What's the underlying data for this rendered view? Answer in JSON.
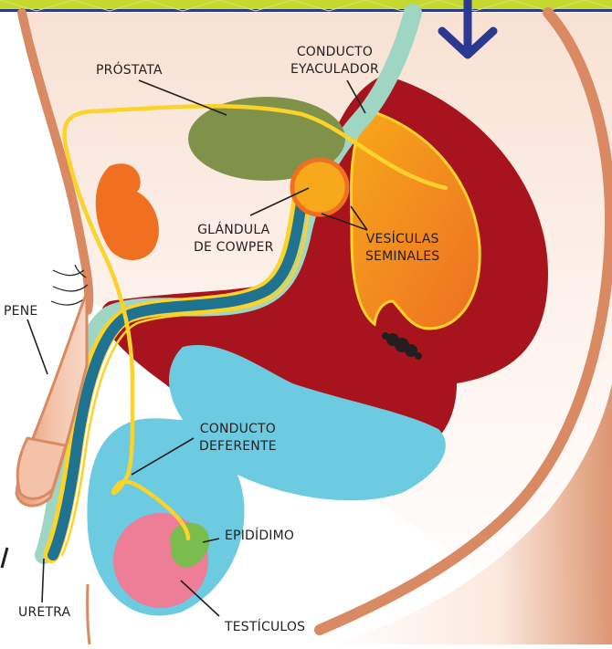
{
  "labels": {
    "prostata": "PRÓSTATA",
    "conducto_eyaculador": [
      "CONDUCTO",
      "EYACULADOR"
    ],
    "glandula_cowper": [
      "GLÁNDULA",
      "DE COWPER"
    ],
    "vesiculas_seminales": [
      "VESÍCULAS",
      "SEMINALES"
    ],
    "pene": "PENE",
    "conducto_deferente": [
      "CONDUCTO",
      "DEFERENTE"
    ],
    "epididimo": "EPIDÍDIMO",
    "uretra": "URETRA",
    "testiculos": "TESTÍCULOS"
  },
  "colors": {
    "skin_outline": "#d98a62",
    "skin_fill": "#fbe9df",
    "bladder_red": "#a8141e",
    "vesicle_orange": "#f2901e",
    "prostate_green": "#80914a",
    "cowper_orange": "#f7a81b",
    "bone_orange": "#f07022",
    "scrotum_blue": "#6ccbe0",
    "testis_pink": "#ee7d97",
    "epididymis_green": "#7abd4e",
    "vas_yellow": "#fbd32a",
    "urethra_teal": "#1f7391",
    "urethra_mint": "#9fd6c3",
    "arrow_navy": "#2b3990",
    "banner_green": "#c4d82e"
  },
  "icons": {
    "arrow": "down-arrow-icon"
  }
}
